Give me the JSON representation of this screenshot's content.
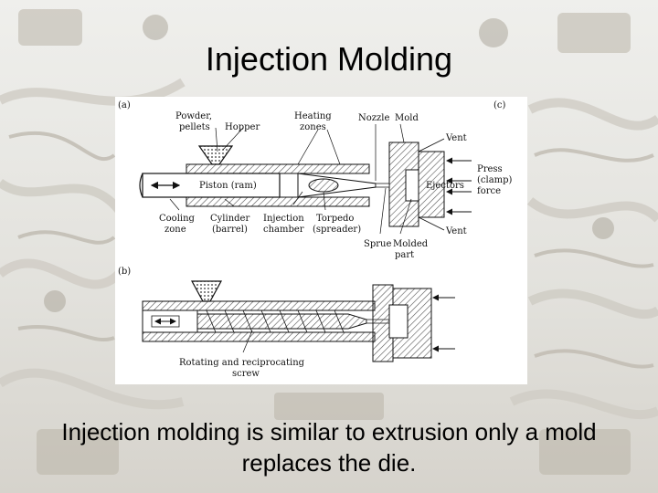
{
  "slide": {
    "title": "Injection Molding",
    "caption": "Injection molding is similar to extrusion only a mold replaces the die."
  },
  "figure": {
    "panel_a": "(a)",
    "panel_b": "(b)",
    "panel_c": "(c)",
    "labels": {
      "powder": "Powder,",
      "pellets": "pellets",
      "hopper": "Hopper",
      "heating": "Heating",
      "zones": "zones",
      "nozzle": "Nozzle",
      "mold": "Mold",
      "vent_top": "Vent",
      "press": "Press",
      "clamp": "(clamp)",
      "force": "force",
      "piston": "Piston (ram)",
      "ejectors": "Ejectors",
      "cooling": "Cooling",
      "cooling_zone": "zone",
      "cylinder": "Cylinder",
      "barrel": "(barrel)",
      "injection": "Injection",
      "chamber": "chamber",
      "torpedo": "Torpedo",
      "spreader": "(spreader)",
      "sprue": "Sprue",
      "molded": "Molded",
      "part": "part",
      "vent_bottom": "Vent",
      "rotating": "Rotating and reciprocating",
      "screw": "screw"
    }
  },
  "colors": {
    "ink": "#111111",
    "hatch": "#555555"
  }
}
